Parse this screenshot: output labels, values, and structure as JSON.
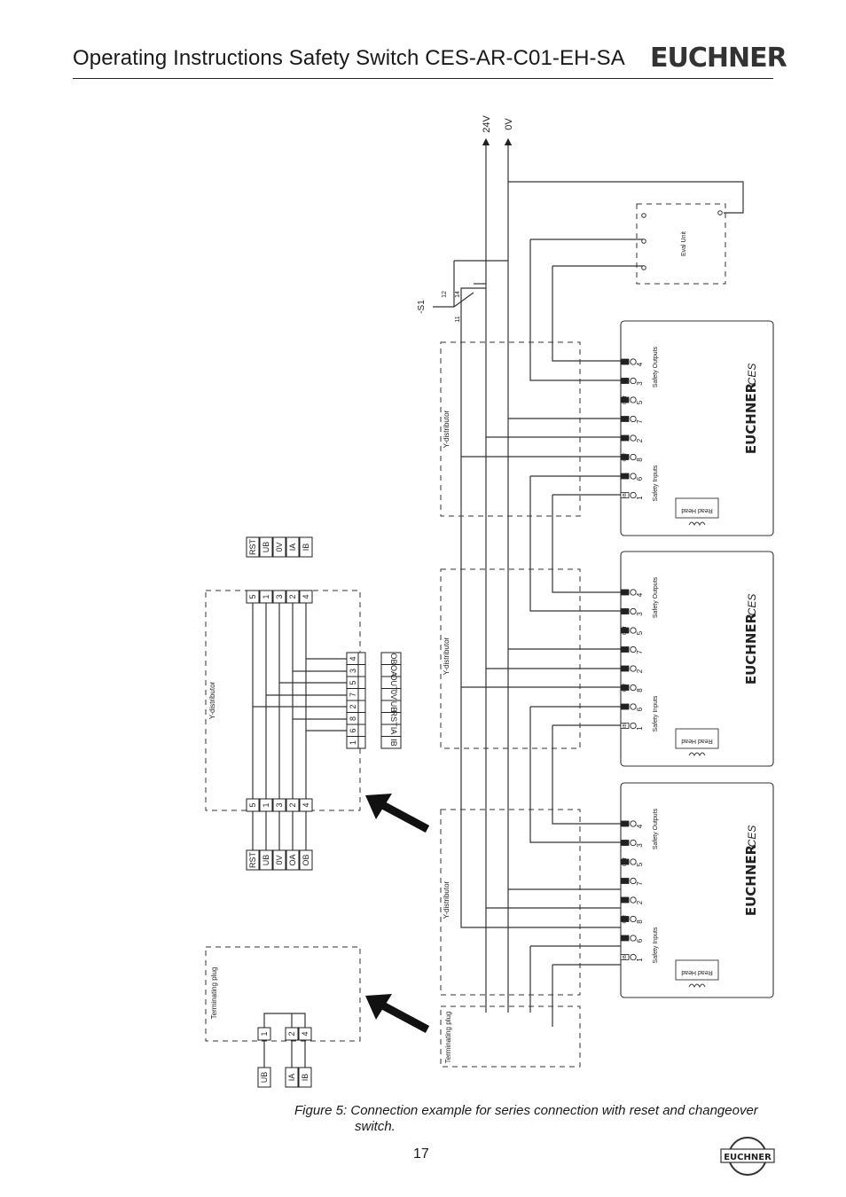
{
  "header": {
    "title": "Operating Instructions Safety Switch CES-AR-C01-EH-SA",
    "brand": "EUCHNER"
  },
  "supply": {
    "v24": "24V",
    "v0": "0V"
  },
  "switch": {
    "label": "-S1",
    "pin11": "11",
    "pin12": "12",
    "pin14": "14"
  },
  "eval_unit": {
    "label": "Eval Unit"
  },
  "device": {
    "safety_outputs": "Safety Outputs",
    "safety_inputs": "Safety Inputs",
    "read_head": "Read Head",
    "brand": "EUCHNER",
    "model": "CES",
    "pins_out": [
      {
        "name": "OB",
        "num": "4"
      },
      {
        "name": "OA",
        "num": "3"
      },
      {
        "name": "OUT",
        "num": "5"
      },
      {
        "name": "0V",
        "num": "7"
      }
    ],
    "pins_in": [
      {
        "name": "UB",
        "num": "2"
      },
      {
        "name": "RST",
        "num": "8"
      },
      {
        "name": "IA",
        "num": "6"
      },
      {
        "name": "IB",
        "num": "1"
      }
    ]
  },
  "y_distributor": {
    "label": "Y-distributor"
  },
  "terminating_plug": {
    "label": "Terminating plug"
  },
  "detail": {
    "top_pins": [
      "5",
      "1",
      "3",
      "2",
      "4"
    ],
    "top_signals": [
      "RST",
      "UB",
      "0V",
      "IA",
      "IB"
    ],
    "bottom_pins": [
      "5",
      "1",
      "3",
      "2",
      "4"
    ],
    "bottom_signals": [
      "RST",
      "UB",
      "0V",
      "OA",
      "OB"
    ],
    "mid_pins": [
      "4",
      "3",
      "5",
      "7",
      "2",
      "8",
      "6",
      "1"
    ],
    "mid_signals": [
      "OB",
      "OA",
      "OUT",
      "0V",
      "UB",
      "RST",
      "IA",
      "IB"
    ],
    "plug_pins": [
      "1",
      "2",
      "4"
    ],
    "plug_signals": [
      "UB",
      "IA",
      "IB"
    ]
  },
  "caption": {
    "line1": "Figure 5: Connection example for series connection with reset and changeover",
    "line2": "switch."
  },
  "page_number": "17"
}
